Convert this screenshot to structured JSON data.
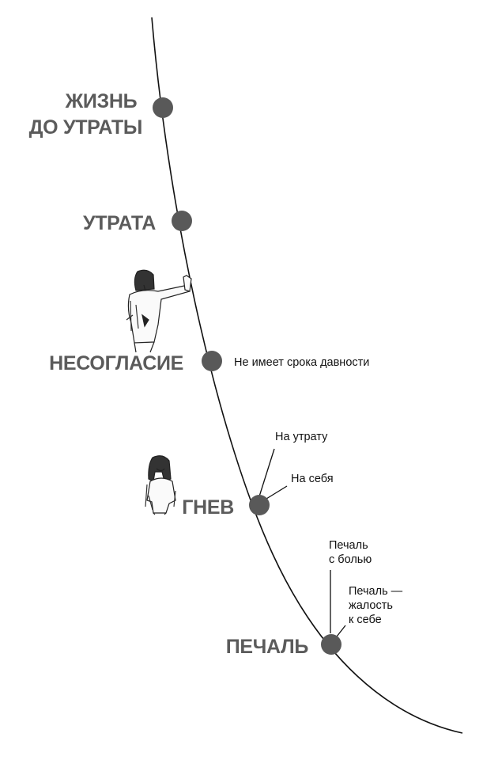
{
  "colors": {
    "curve": "#111111",
    "node": "#595959",
    "label": "#5b5b5b",
    "note": "#111111"
  },
  "stages": [
    {
      "id": "life-before-loss",
      "label": [
        "ЖИЗНЬ",
        "ДО УТРАТЫ"
      ]
    },
    {
      "id": "loss",
      "label": [
        "УТРАТА"
      ]
    },
    {
      "id": "denial",
      "label": [
        "НЕСОГЛАСИЕ"
      ]
    },
    {
      "id": "anger",
      "label": [
        "ГНЕВ"
      ]
    },
    {
      "id": "sadness",
      "label": [
        "ПЕЧАЛЬ"
      ]
    }
  ],
  "notes": {
    "denial": [
      "Не имеет срока давности"
    ],
    "anger_at_loss": [
      "На утрату"
    ],
    "anger_at_self": [
      "На себя"
    ],
    "sadness_pain": [
      "Печаль",
      "с болью"
    ],
    "sadness_self_pity": [
      "Печаль —",
      "жалость",
      "к себе"
    ]
  },
  "illustrations": {
    "denial": "girl-raising-hand-icon",
    "anger": "girl-standing-icon"
  }
}
